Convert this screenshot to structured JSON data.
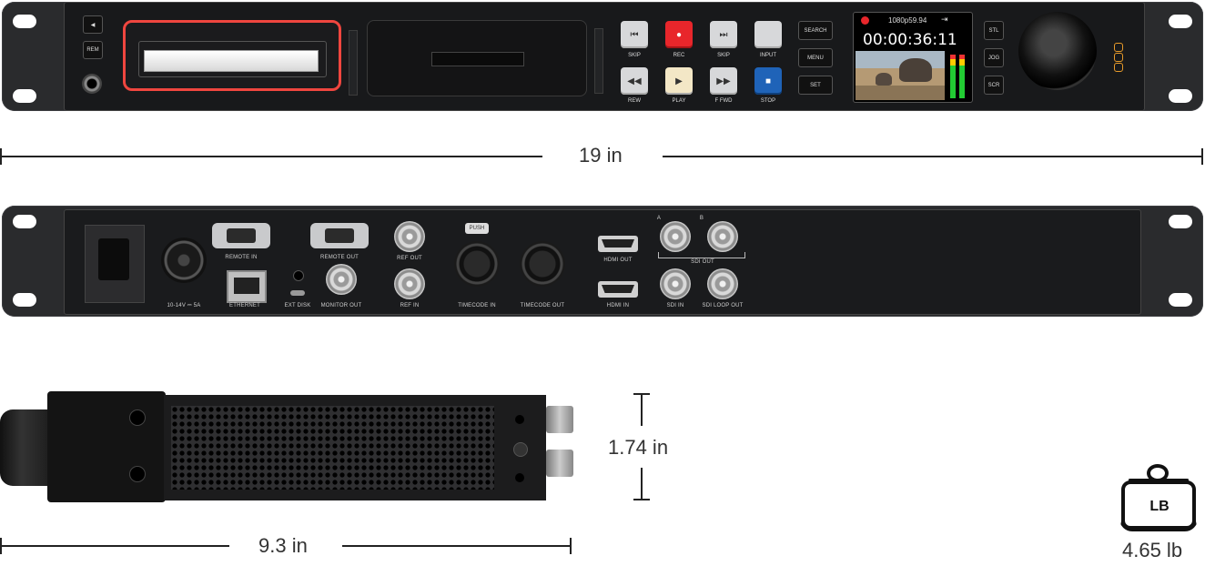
{
  "front_panel": {
    "buttons": {
      "rem": "REM",
      "skip_back": "SKIP",
      "rec": "REC",
      "skip_fwd": "SKIP",
      "input": "INPUT",
      "rew": "REW",
      "play": "PLAY",
      "ffwd": "F FWD",
      "stop": "STOP",
      "search": "SEARCH",
      "menu": "MENU",
      "set": "SET",
      "stl": "STL",
      "jog": "JOG",
      "scr": "SCR"
    },
    "display": {
      "format": "1080p59.94",
      "timecode": "00:00:36:11"
    }
  },
  "rear_panel": {
    "labels": {
      "power": "10-14V ⎓ 5A",
      "remote_in": "REMOTE IN",
      "remote_out": "REMOTE OUT",
      "ethernet": "ETHERNET",
      "ext_disk": "EXT DISK",
      "monitor_out": "MONITOR OUT",
      "ref_out": "REF OUT",
      "ref_in": "REF IN",
      "push": "PUSH",
      "timecode_in": "TIMECODE IN",
      "timecode_out": "TIMECODE OUT",
      "hdmi_out": "HDMI OUT",
      "hdmi_in": "HDMI IN",
      "sdi_a": "A",
      "sdi_b": "B",
      "sdi_out": "SDI OUT",
      "sdi_in": "SDI IN",
      "sdi_loop_out": "SDI LOOP OUT"
    }
  },
  "dimensions": {
    "width": "19 in",
    "height": "1.74 in",
    "depth": "9.3 in",
    "weight_icon": "LB",
    "weight": "4.65 lb"
  },
  "colors": {
    "rec": "#e8262b",
    "stop": "#1f63b8",
    "slot_highlight": "#f0463f",
    "play": "#f3e7c6"
  }
}
